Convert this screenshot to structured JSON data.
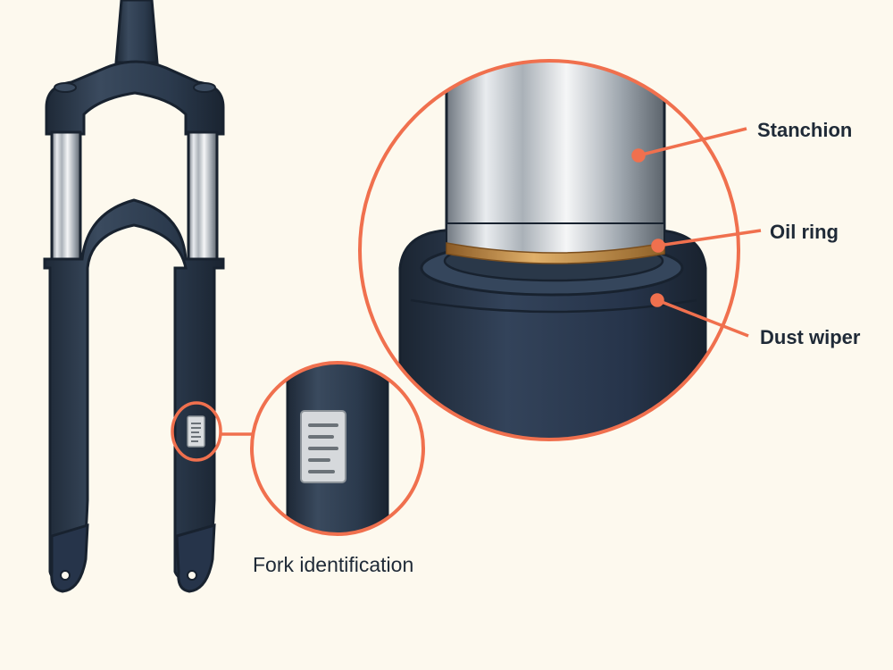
{
  "labels": {
    "stanchion": "Stanchion",
    "oil_ring": "Oil ring",
    "dust_wiper": "Dust wiper",
    "fork_identification": "Fork identification"
  },
  "colors": {
    "background": "#fdf9ee",
    "accent": "#f0704e",
    "fork_body": "#2b3a4d",
    "fork_outline": "#18222f",
    "chrome": "#c9ced4",
    "oil_ring": "#c8924a",
    "text": "#1f2a37"
  },
  "icons": {
    "fork": "suspension-fork-illustration",
    "zoom_stanchion": "stanchion-zoom-circle",
    "zoom_label": "id-sticker-zoom-circle"
  }
}
